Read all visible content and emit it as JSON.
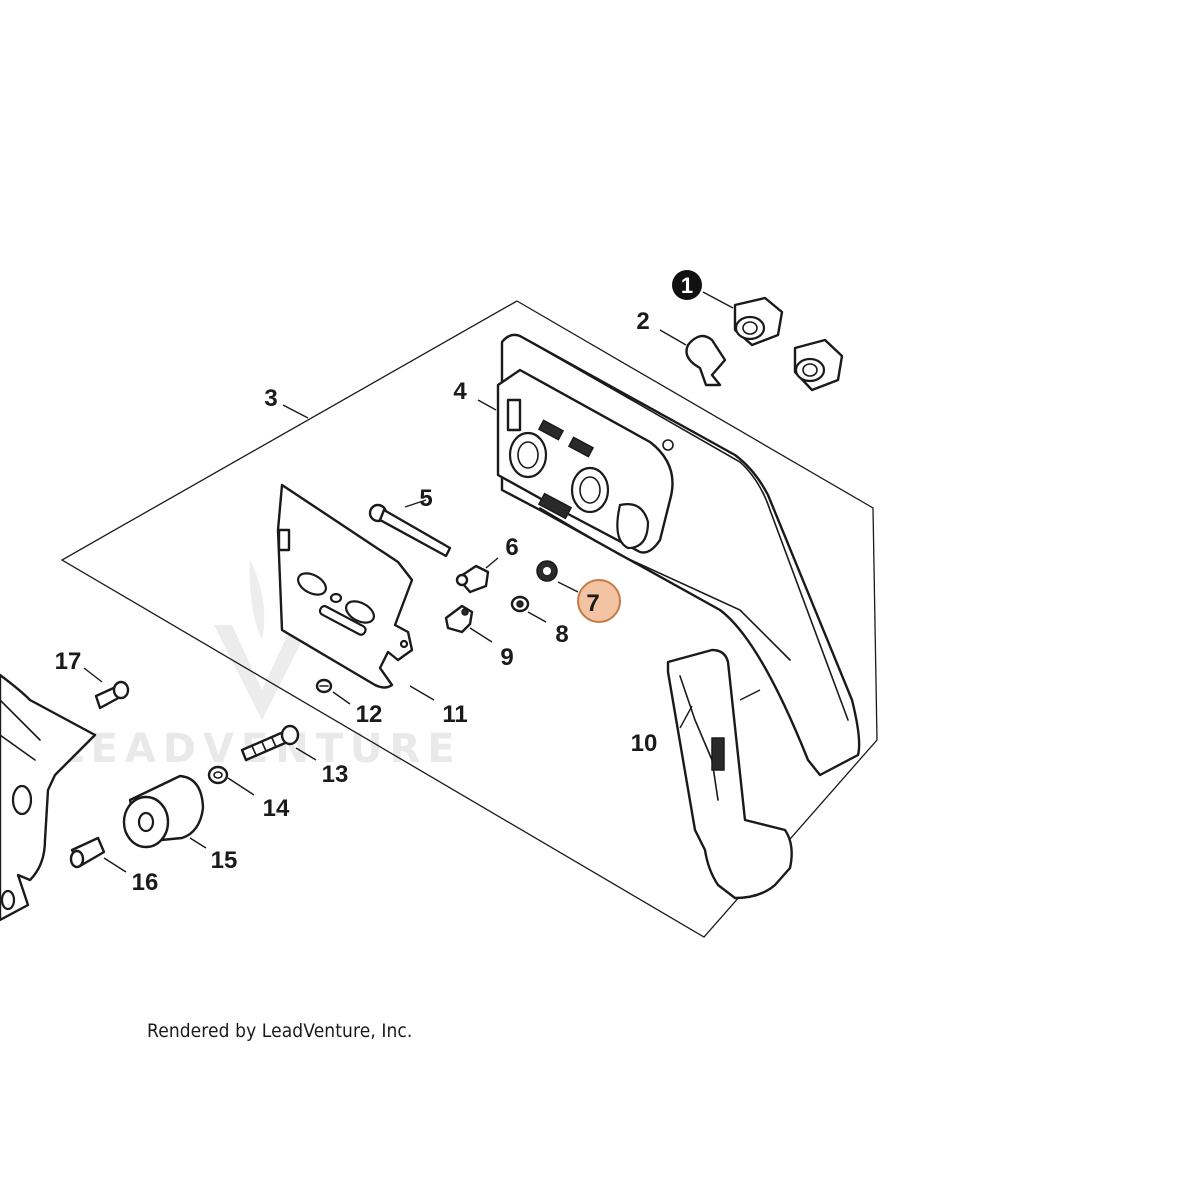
{
  "callouts": {
    "c1": "1",
    "c2": "2",
    "c3": "3",
    "c4": "4",
    "c5": "5",
    "c6": "6",
    "c7": "7",
    "c8": "8",
    "c9": "9",
    "c10": "10",
    "c11": "11",
    "c12": "12",
    "c13": "13",
    "c14": "14",
    "c15": "15",
    "c16": "16",
    "c17": "17"
  },
  "highlight": {
    "callout": "7",
    "color": "#f2c4a4",
    "stroke": "#c47a45"
  },
  "filled_callout": "1",
  "watermark": "LEADVENTURE",
  "credit": "Rendered by LeadVenture, Inc."
}
